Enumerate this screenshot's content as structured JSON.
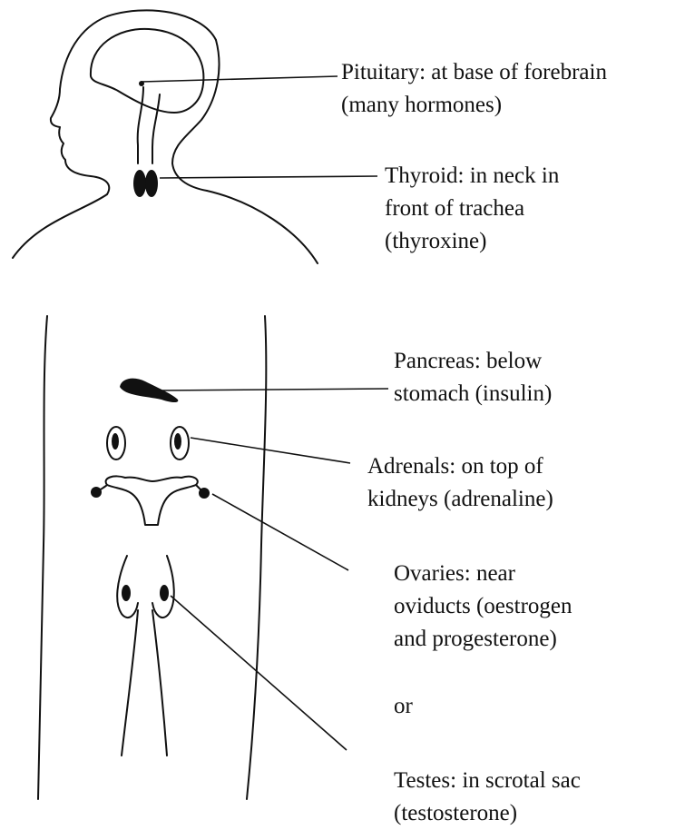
{
  "labels": {
    "pituitary": {
      "line1": "Pituitary: at base of forebrain",
      "line2": "(many hormones)"
    },
    "thyroid": {
      "line1": "Thyroid: in neck in",
      "line2": "front of trachea",
      "line3": "(thyroxine)"
    },
    "pancreas": {
      "line1": "Pancreas: below",
      "line2": "stomach (insulin)"
    },
    "adrenals": {
      "line1": "Adrenals: on top of",
      "line2": "kidneys (adrenaline)"
    },
    "ovaries": {
      "line1": "Ovaries: near",
      "line2": "oviducts (oestrogen",
      "line3": "and progesterone)"
    },
    "or": "or",
    "testes": {
      "line1": "Testes: in scrotal sac",
      "line2": "(testosterone)"
    }
  },
  "colors": {
    "ink": "#111111",
    "background": "#ffffff"
  }
}
